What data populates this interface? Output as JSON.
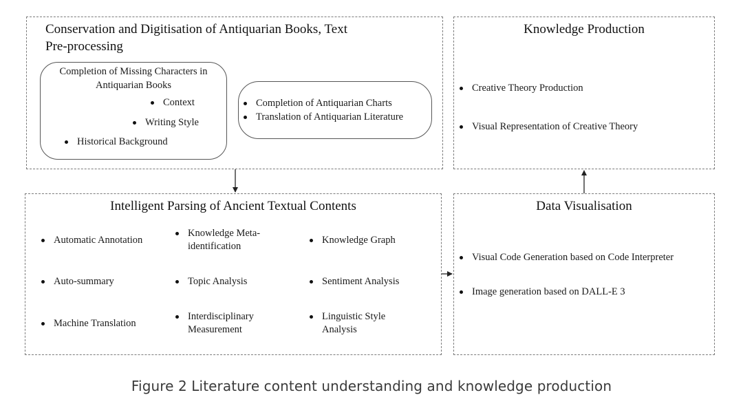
{
  "conservation": {
    "title_line1": "Conservation and Digitisation of Antiquarian Books, Text",
    "title_line2": "Pre-processing",
    "missing": {
      "title_line1": "Completion of Missing Characters in",
      "title_line2": "Antiquarian Books",
      "items": [
        "Context",
        "Writing Style",
        "Historical Background"
      ]
    },
    "charts": {
      "items": [
        "Completion of Antiquarian Charts",
        "Translation of Antiquarian Literature"
      ]
    }
  },
  "knowledge": {
    "title": "Knowledge Production",
    "items": [
      "Creative Theory Production",
      "Visual Representation of Creative Theory"
    ]
  },
  "parsing": {
    "title": "Intelligent Parsing of Ancient Textual Contents",
    "items": [
      "Automatic Annotation",
      "Knowledge Meta-\nidentification",
      "Knowledge Graph",
      "Auto-summary",
      "Topic Analysis",
      "Sentiment Analysis",
      "Machine Translation",
      "Interdisciplinary\nMeasurement",
      "Linguistic Style\nAnalysis"
    ]
  },
  "visualisation": {
    "title": "Data Visualisation",
    "items": [
      "Visual Code Generation based on Code Interpreter",
      "Image generation based on DALL-E 3"
    ]
  },
  "caption": "Figure 2 Literature content understanding and knowledge production"
}
